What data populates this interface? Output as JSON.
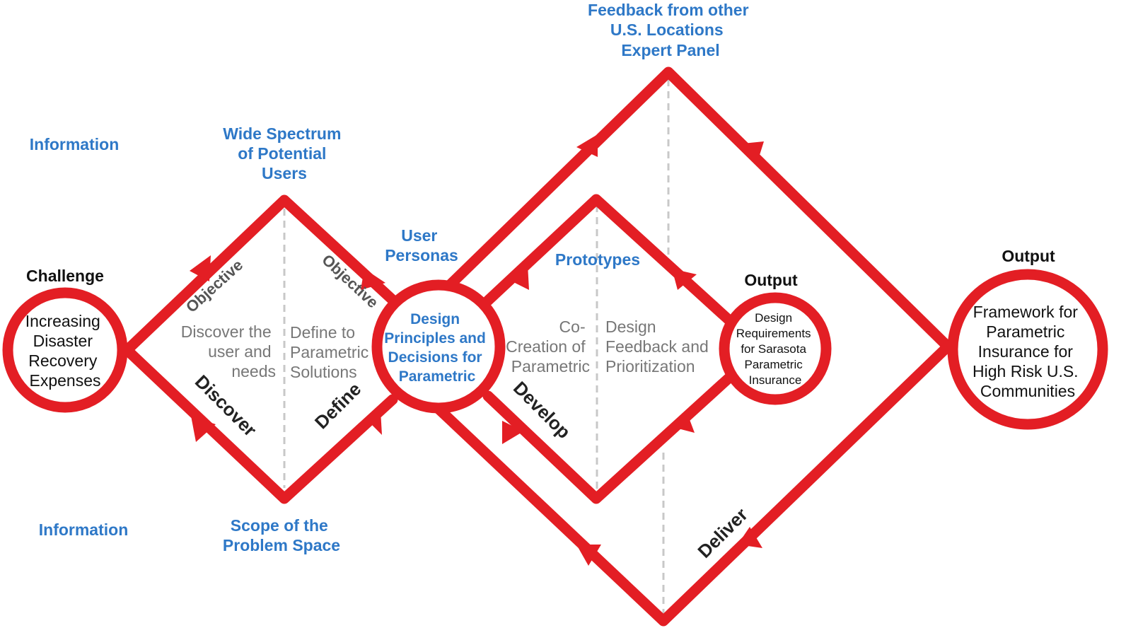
{
  "colors": {
    "line": "#e31e24",
    "label_blue": "#2e78c7",
    "text_gray": "#777777",
    "dashed": "#c8c8c8"
  },
  "labels": {
    "information_top": "Information",
    "information_bottom": "Information",
    "challenge": "Challenge",
    "wide_spectrum": [
      "Wide Spectrum",
      "of Potential",
      "Users"
    ],
    "scope": [
      "Scope of the",
      "Problem Space"
    ],
    "user_personas": [
      "User",
      "Personas"
    ],
    "feedback": [
      "Feedback from other",
      "U.S. Locations",
      "Expert Panel"
    ],
    "prototypes": "Prototypes",
    "output_small": "Output",
    "output_large": "Output"
  },
  "objectives": {
    "left": "Objective",
    "right": "Objective"
  },
  "phases": {
    "discover": "Discover",
    "define": "Define",
    "develop": "Develop",
    "deliver": "Deliver"
  },
  "descriptions": {
    "discover": [
      "Discover the",
      "user and",
      "needs"
    ],
    "define": [
      "Define to",
      "Parametric",
      "Solutions"
    ],
    "develop": [
      "Co-",
      "Creation of",
      "Parametric"
    ],
    "feedback": [
      "Design",
      "Feedback and",
      "Prioritization"
    ]
  },
  "nodes": {
    "challenge": [
      "Increasing",
      "Disaster",
      "Recovery",
      "Expenses"
    ],
    "design": [
      "Design",
      "Principles and",
      "Decisions for",
      "Parametric"
    ],
    "requirements": [
      "Design",
      "Requirements",
      "for Sarasota",
      "Parametric",
      "Insurance"
    ],
    "framework": [
      "Framework for",
      "Parametric",
      "Insurance for",
      "High Risk U.S.",
      "Communities"
    ]
  }
}
